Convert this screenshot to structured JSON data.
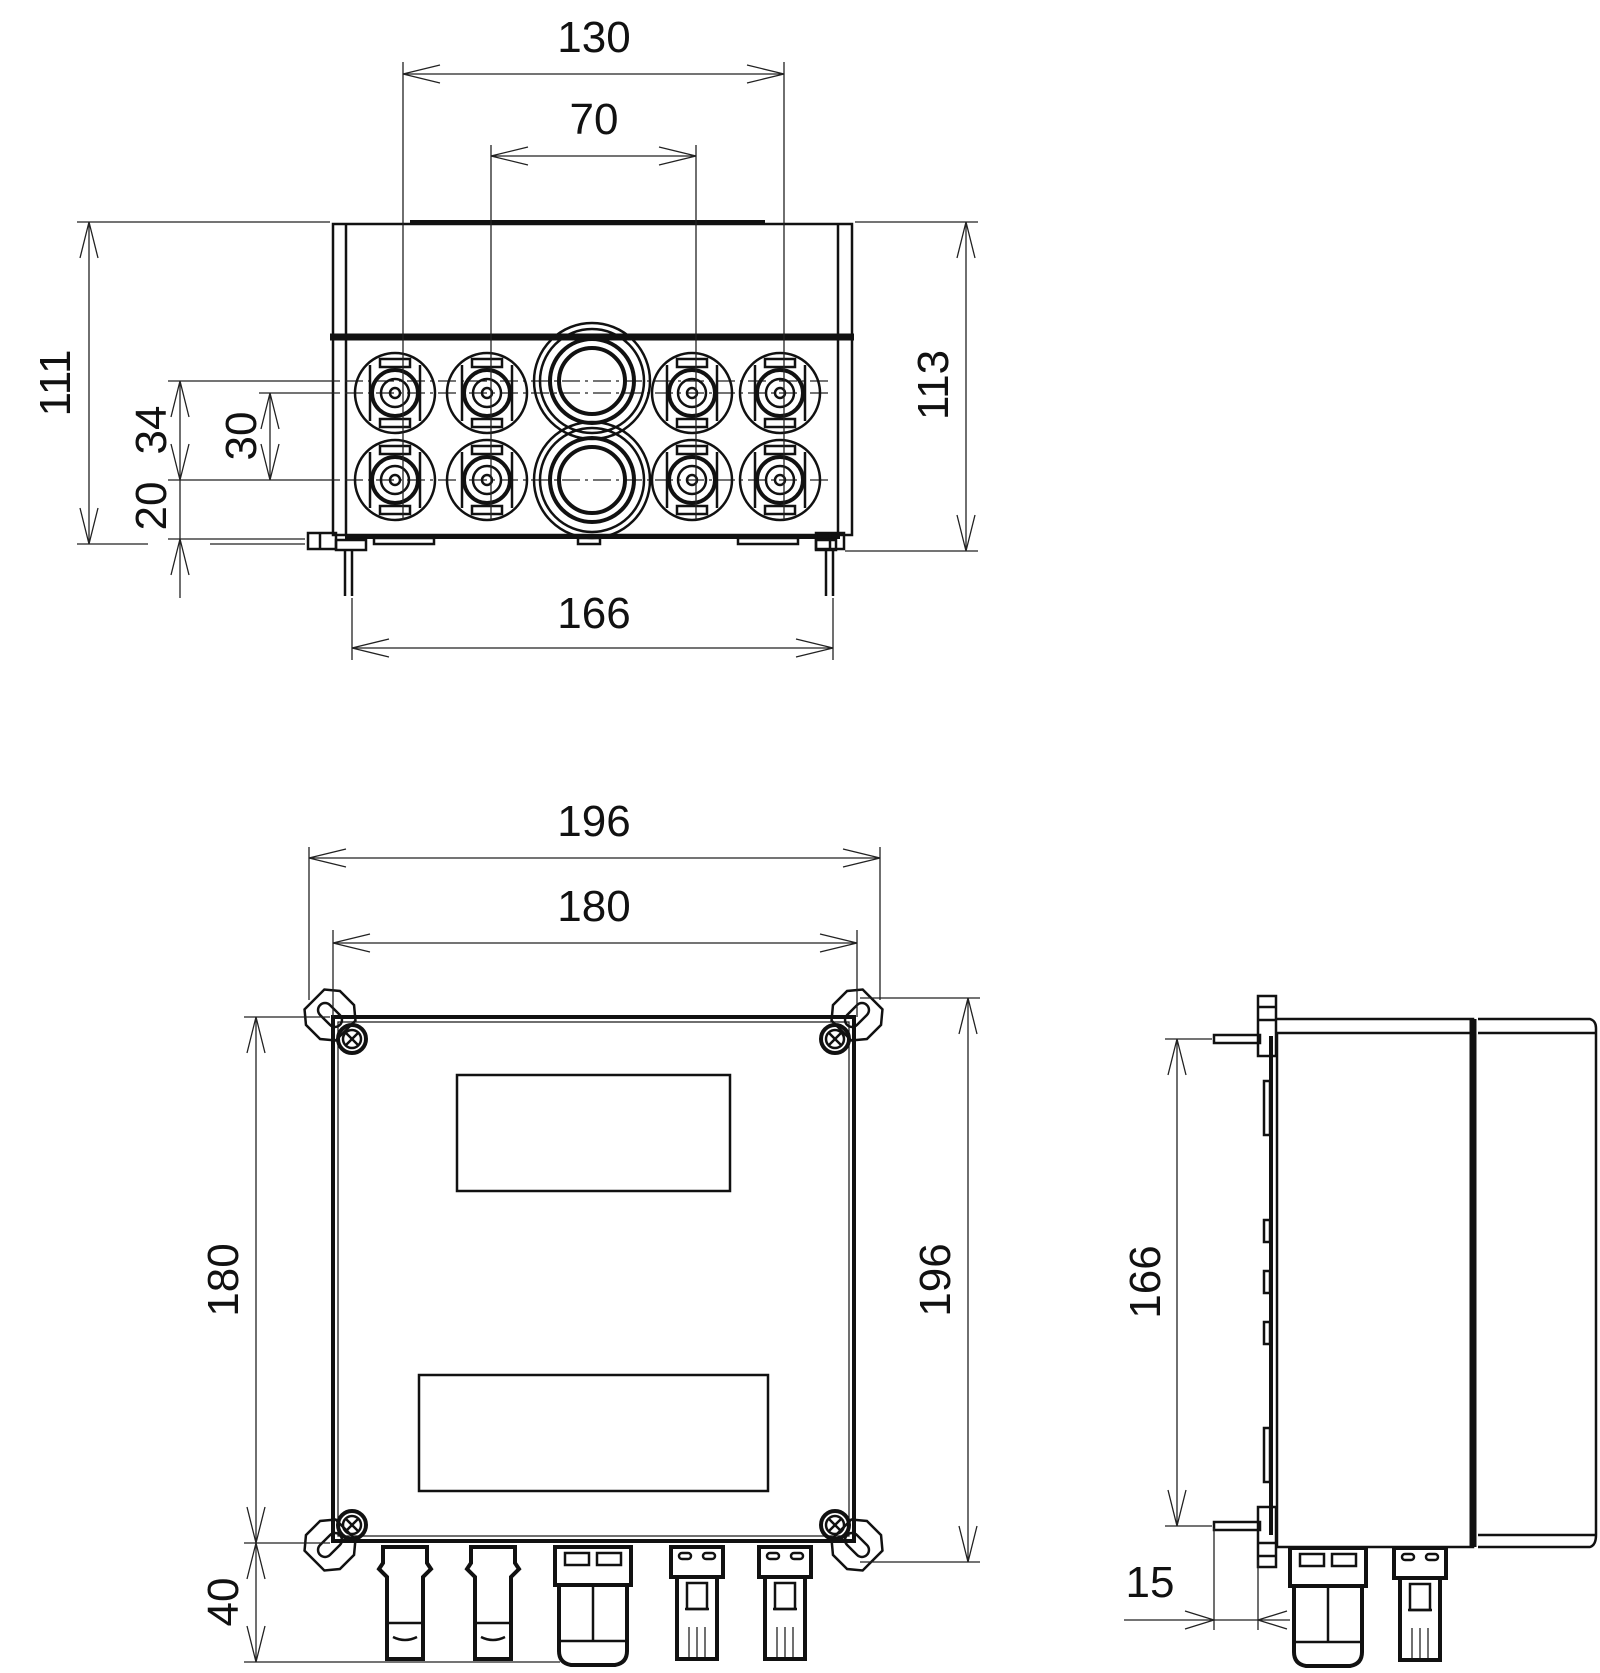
{
  "drawing": {
    "type": "technical-dimension-drawing",
    "subject": "enclosure with cable connectors",
    "units": "mm",
    "line_color": "#111111",
    "background": "#ffffff"
  },
  "views": {
    "bottom_view": {
      "dims": {
        "connector_outer_spacing": "130",
        "connector_inner_spacing": "70",
        "total_height_left": "111",
        "total_height_right": "113",
        "row_offset_34": "34",
        "row_spacing": "30",
        "base_to_row": "20",
        "mount_spacing": "166"
      },
      "connectors_top_row": [
        "mc4-connector",
        "mc4-connector",
        "cable-gland-large",
        "mc4-connector",
        "mc4-connector"
      ],
      "connectors_bottom_row": [
        "mc4-connector",
        "mc4-connector",
        "cable-gland-large",
        "mc4-connector",
        "mc4-connector"
      ]
    },
    "front_view": {
      "dims": {
        "outer_width": "196",
        "inner_width": "180",
        "inner_height": "180",
        "outer_height": "196",
        "connector_length": "40"
      },
      "labels": [
        "label-plate-top",
        "label-plate-bottom"
      ],
      "screws": 4,
      "mount_lugs": 4
    },
    "side_view": {
      "dims": {
        "mount_height": "166",
        "standoff": "15"
      }
    }
  }
}
